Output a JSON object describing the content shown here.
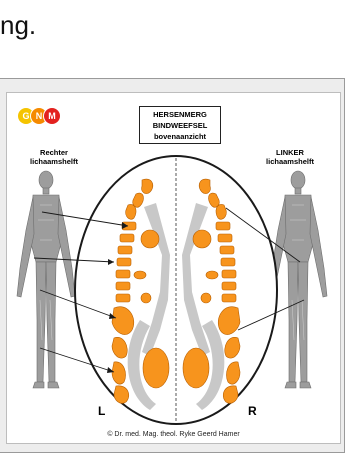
{
  "page_text": "ng.",
  "logo": {
    "letters": [
      "G",
      "N",
      "M"
    ],
    "colors": [
      "#f5c400",
      "#f58a00",
      "#e3221f"
    ]
  },
  "title": {
    "line1": "HERSENMERG",
    "line2": "BINDWEEFSEL",
    "line3": "bovenaanzicht"
  },
  "left_label": {
    "line1": "Rechter",
    "line2": "lichaamshelft"
  },
  "right_label": {
    "line1": "LINKER",
    "line2": "lichaamshelft"
  },
  "bottom_left": "L",
  "bottom_right": "R",
  "copyright": "© Dr. med. Mag. theol. Ryke Geerd Hamer",
  "colors": {
    "relay_orange": "#f7941d",
    "ventricle_gray": "#c8c8c8",
    "outline": "#1a1a1a"
  }
}
